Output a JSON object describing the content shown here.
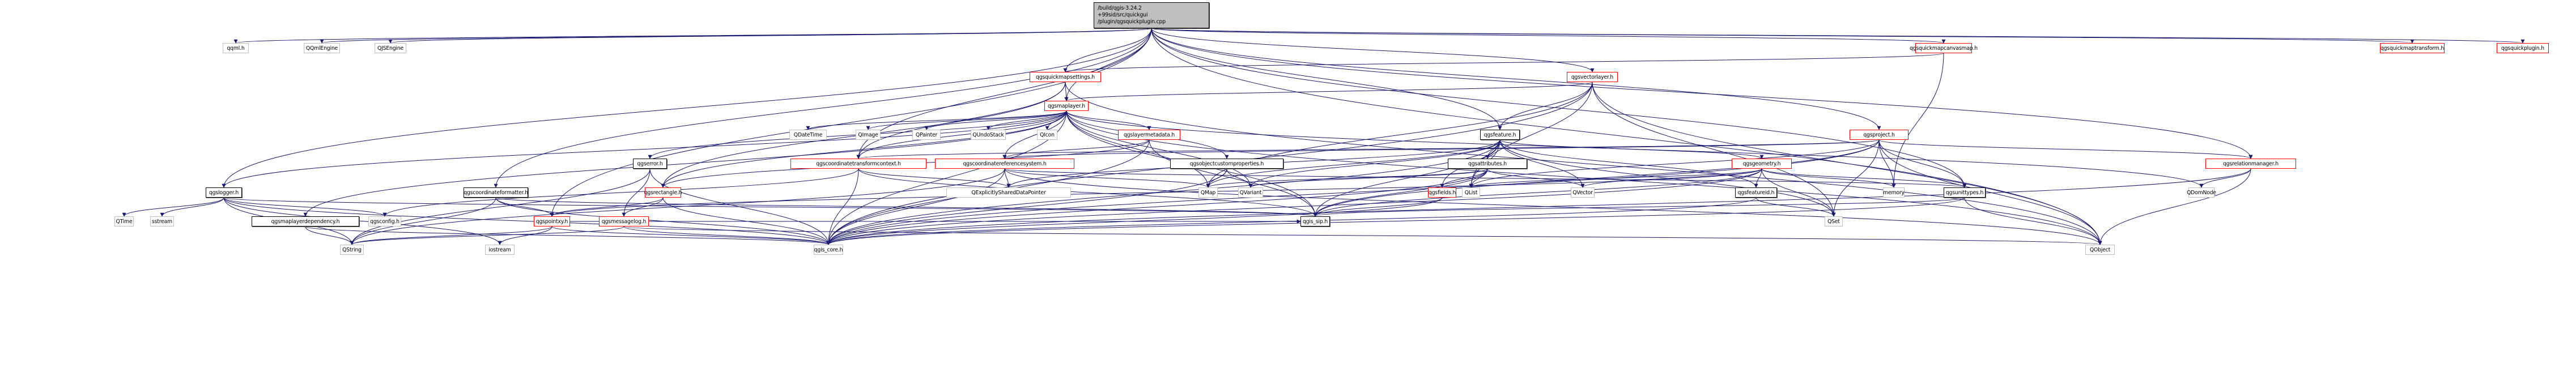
{
  "title": "Include dependency graph for qgsquickplugin.cpp",
  "colors": {
    "edge": "#191970",
    "red_border": "#ff0000",
    "root_fill": "#bfbfbf",
    "ext_border": "#bfbfbf"
  },
  "root": {
    "id": "root",
    "lines": [
      "/build/qgis-3.24.2",
      "+99sid/src/quickgui",
      "/plugin/qgsquickplugin.cpp"
    ]
  },
  "nodes": [
    {
      "id": "qqml",
      "label": "qqml.h",
      "kind": "ext"
    },
    {
      "id": "qqmlengine",
      "label": "QQmlEngine",
      "kind": "ext"
    },
    {
      "id": "qjsengine",
      "label": "QJSEngine",
      "kind": "ext"
    },
    {
      "id": "canvasmap",
      "label": "qgsquickmapcanvasmap.h",
      "kind": "red"
    },
    {
      "id": "maptransform",
      "label": "qgsquickmaptransform.h",
      "kind": "red"
    },
    {
      "id": "quickplugin",
      "label": "qgsquickplugin.h",
      "kind": "red"
    },
    {
      "id": "mapsettings",
      "label": "qgsquickmapsettings.h",
      "kind": "red"
    },
    {
      "id": "vectorlayer",
      "label": "qgsvectorlayer.h",
      "kind": "red"
    },
    {
      "id": "maplayer",
      "label": "qgsmaplayer.h",
      "kind": "red"
    },
    {
      "id": "qdatetime",
      "label": "QDateTime",
      "kind": "ext"
    },
    {
      "id": "qimage",
      "label": "QImage",
      "kind": "ext"
    },
    {
      "id": "qpainter",
      "label": "QPainter",
      "kind": "ext"
    },
    {
      "id": "qundostack",
      "label": "QUndoStack",
      "kind": "ext"
    },
    {
      "id": "qicon",
      "label": "QIcon",
      "kind": "ext"
    },
    {
      "id": "layermetadata",
      "label": "qgslayermetadata.h",
      "kind": "red"
    },
    {
      "id": "feature",
      "label": "qgsfeature.h",
      "kind": "int"
    },
    {
      "id": "project",
      "label": "qgsproject.h",
      "kind": "red"
    },
    {
      "id": "error",
      "label": "qgserror.h",
      "kind": "int"
    },
    {
      "id": "ctcontext",
      "label": "qgscoordinatetransformcontext.h",
      "kind": "red"
    },
    {
      "id": "crs",
      "label": "qgscoordinatereferencesystem.h",
      "kind": "red"
    },
    {
      "id": "objcustprops",
      "label": "qgsobjectcustomproperties.h",
      "kind": "int"
    },
    {
      "id": "attributes",
      "label": "qgsattributes.h",
      "kind": "int"
    },
    {
      "id": "geometry",
      "label": "qgsgeometry.h",
      "kind": "red"
    },
    {
      "id": "relmanager",
      "label": "qgsrelationmanager.h",
      "kind": "red"
    },
    {
      "id": "logger",
      "label": "qgslogger.h",
      "kind": "int"
    },
    {
      "id": "coordformatter",
      "label": "qgscoordinateformatter.h",
      "kind": "int"
    },
    {
      "id": "rectangle",
      "label": "qgsrectangle.h",
      "kind": "red"
    },
    {
      "id": "qexplicit",
      "label": "QExplicitlySharedDataPointer",
      "kind": "ext"
    },
    {
      "id": "qmap",
      "label": "QMap",
      "kind": "ext"
    },
    {
      "id": "qvariant",
      "label": "QVariant",
      "kind": "ext"
    },
    {
      "id": "fields",
      "label": "qgsfields.h",
      "kind": "red"
    },
    {
      "id": "qlist",
      "label": "QList",
      "kind": "ext"
    },
    {
      "id": "qvector",
      "label": "QVector",
      "kind": "ext"
    },
    {
      "id": "featureid",
      "label": "qgsfeatureid.h",
      "kind": "int"
    },
    {
      "id": "memory",
      "label": "memory",
      "kind": "ext"
    },
    {
      "id": "unittypes",
      "label": "qgsunittypes.h",
      "kind": "int"
    },
    {
      "id": "qdomnode",
      "label": "QDomNode",
      "kind": "ext"
    },
    {
      "id": "qtime",
      "label": "QTime",
      "kind": "ext"
    },
    {
      "id": "sstream",
      "label": "sstream",
      "kind": "ext"
    },
    {
      "id": "layerdep",
      "label": "qgsmaplayerdependency.h",
      "kind": "int"
    },
    {
      "id": "config",
      "label": "qgsconfig.h",
      "kind": "ext"
    },
    {
      "id": "pointxy",
      "label": "qgspointxy.h",
      "kind": "red"
    },
    {
      "id": "messagelog",
      "label": "qgsmessagelog.h",
      "kind": "red"
    },
    {
      "id": "sip",
      "label": "qgis_sip.h",
      "kind": "int"
    },
    {
      "id": "qset",
      "label": "QSet",
      "kind": "ext"
    },
    {
      "id": "qstring",
      "label": "QString",
      "kind": "ext"
    },
    {
      "id": "iostream",
      "label": "iostream",
      "kind": "ext"
    },
    {
      "id": "core",
      "label": "qgis_core.h",
      "kind": "ext"
    },
    {
      "id": "qobject",
      "label": "QObject",
      "kind": "ext"
    }
  ],
  "edges": [
    [
      "root",
      "qqml"
    ],
    [
      "root",
      "qqmlengine"
    ],
    [
      "root",
      "qjsengine"
    ],
    [
      "root",
      "canvasmap"
    ],
    [
      "root",
      "maptransform"
    ],
    [
      "root",
      "quickplugin"
    ],
    [
      "root",
      "mapsettings"
    ],
    [
      "root",
      "vectorlayer"
    ],
    [
      "root",
      "maplayer"
    ],
    [
      "root",
      "feature"
    ],
    [
      "root",
      "project"
    ],
    [
      "root",
      "relmanager"
    ],
    [
      "root",
      "logger"
    ],
    [
      "root",
      "coordformatter"
    ],
    [
      "root",
      "ctcontext"
    ],
    [
      "root",
      "pointxy"
    ],
    [
      "root",
      "unittypes"
    ],
    [
      "root",
      "qobject"
    ],
    [
      "canvasmap",
      "mapsettings"
    ],
    [
      "canvasmap",
      "memory"
    ],
    [
      "mapsettings",
      "maplayer"
    ],
    [
      "mapsettings",
      "ctcontext"
    ],
    [
      "mapsettings",
      "rectangle"
    ],
    [
      "mapsettings",
      "qobject"
    ],
    [
      "vectorlayer",
      "maplayer"
    ],
    [
      "vectorlayer",
      "feature"
    ],
    [
      "vectorlayer",
      "qmap"
    ],
    [
      "vectorlayer",
      "qset"
    ],
    [
      "vectorlayer",
      "qlist"
    ],
    [
      "vectorlayer",
      "core"
    ],
    [
      "vectorlayer",
      "qobject"
    ],
    [
      "maplayer",
      "qdatetime"
    ],
    [
      "maplayer",
      "qimage"
    ],
    [
      "maplayer",
      "qpainter"
    ],
    [
      "maplayer",
      "qundostack"
    ],
    [
      "maplayer",
      "qicon"
    ],
    [
      "maplayer",
      "layermetadata"
    ],
    [
      "maplayer",
      "error"
    ],
    [
      "maplayer",
      "ctcontext"
    ],
    [
      "maplayer",
      "crs"
    ],
    [
      "maplayer",
      "objcustprops"
    ],
    [
      "maplayer",
      "rectangle"
    ],
    [
      "maplayer",
      "logger"
    ],
    [
      "maplayer",
      "layerdep"
    ],
    [
      "maplayer",
      "qmap"
    ],
    [
      "maplayer",
      "qvariant"
    ],
    [
      "maplayer",
      "sip"
    ],
    [
      "maplayer",
      "core"
    ],
    [
      "maplayer",
      "qobject"
    ],
    [
      "maplayer",
      "qdomnode"
    ],
    [
      "layermetadata",
      "crs"
    ],
    [
      "layermetadata",
      "rectangle"
    ],
    [
      "layermetadata",
      "core"
    ],
    [
      "layermetadata",
      "sip"
    ],
    [
      "feature",
      "attributes"
    ],
    [
      "feature",
      "fields"
    ],
    [
      "feature",
      "geometry"
    ],
    [
      "feature",
      "featureid"
    ],
    [
      "feature",
      "qmap"
    ],
    [
      "feature",
      "qvariant"
    ],
    [
      "feature",
      "qlist"
    ],
    [
      "feature",
      "qvector"
    ],
    [
      "feature",
      "qset"
    ],
    [
      "feature",
      "sip"
    ],
    [
      "feature",
      "core"
    ],
    [
      "feature",
      "qexplicit"
    ],
    [
      "project",
      "crs"
    ],
    [
      "project",
      "ctcontext"
    ],
    [
      "project",
      "relmanager"
    ],
    [
      "project",
      "unittypes"
    ],
    [
      "project",
      "memory"
    ],
    [
      "project",
      "qlist"
    ],
    [
      "project",
      "qobject"
    ],
    [
      "project",
      "sip"
    ],
    [
      "project",
      "core"
    ],
    [
      "project",
      "qset"
    ],
    [
      "error",
      "qstring"
    ],
    [
      "error",
      "core"
    ],
    [
      "error",
      "messagelog"
    ],
    [
      "ctcontext",
      "core"
    ],
    [
      "ctcontext",
      "qexplicit"
    ],
    [
      "ctcontext",
      "sip"
    ],
    [
      "ctcontext",
      "config"
    ],
    [
      "crs",
      "qexplicit"
    ],
    [
      "crs",
      "core"
    ],
    [
      "crs",
      "qmap"
    ],
    [
      "crs",
      "qobject"
    ],
    [
      "crs",
      "unittypes"
    ],
    [
      "crs",
      "qstring"
    ],
    [
      "objcustprops",
      "qmap"
    ],
    [
      "objcustprops",
      "qvariant"
    ],
    [
      "objcustprops",
      "core"
    ],
    [
      "attributes",
      "fields"
    ],
    [
      "attributes",
      "qlist"
    ],
    [
      "attributes",
      "qvector"
    ],
    [
      "attributes",
      "qmap"
    ],
    [
      "attributes",
      "qvariant"
    ],
    [
      "attributes",
      "sip"
    ],
    [
      "attributes",
      "core"
    ],
    [
      "geometry",
      "featureid"
    ],
    [
      "geometry",
      "qset"
    ],
    [
      "geometry",
      "memory"
    ],
    [
      "geometry",
      "unittypes"
    ],
    [
      "geometry",
      "pointxy"
    ],
    [
      "geometry",
      "sip"
    ],
    [
      "geometry",
      "core"
    ],
    [
      "geometry",
      "qvector"
    ],
    [
      "geometry",
      "qlist"
    ],
    [
      "relmanager",
      "qdomnode"
    ],
    [
      "relmanager",
      "qobject"
    ],
    [
      "relmanager",
      "core"
    ],
    [
      "logger",
      "qtime"
    ],
    [
      "logger",
      "sstream"
    ],
    [
      "logger",
      "config"
    ],
    [
      "logger",
      "qstring"
    ],
    [
      "logger",
      "iostream"
    ],
    [
      "logger",
      "core"
    ],
    [
      "logger",
      "sip"
    ],
    [
      "coordformatter",
      "pointxy"
    ],
    [
      "coordformatter",
      "qstring"
    ],
    [
      "coordformatter",
      "core"
    ],
    [
      "coordformatter",
      "sip"
    ],
    [
      "rectangle",
      "pointxy"
    ],
    [
      "rectangle",
      "core"
    ],
    [
      "rectangle",
      "messagelog"
    ],
    [
      "fields",
      "sip"
    ],
    [
      "fields",
      "core"
    ],
    [
      "featureid",
      "qset"
    ],
    [
      "featureid",
      "core"
    ],
    [
      "unittypes",
      "qobject"
    ],
    [
      "unittypes",
      "core"
    ],
    [
      "unittypes",
      "sip"
    ],
    [
      "layerdep",
      "qstring"
    ],
    [
      "layerdep",
      "core"
    ],
    [
      "pointxy",
      "qstring"
    ],
    [
      "pointxy",
      "iostream"
    ],
    [
      "pointxy",
      "core"
    ],
    [
      "pointxy",
      "sip"
    ],
    [
      "messagelog",
      "qstring"
    ],
    [
      "messagelog",
      "core"
    ],
    [
      "messagelog",
      "qobject"
    ]
  ]
}
